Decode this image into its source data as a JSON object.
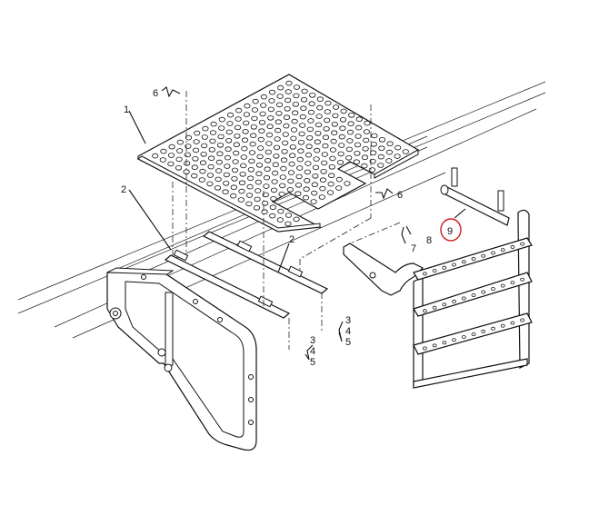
{
  "diagram": {
    "labels": {
      "item1": "1",
      "item2a": "2",
      "item2b": "2",
      "item6a": "6",
      "item6b": "6",
      "item7": "7",
      "item8": "8",
      "item9": "9",
      "stackA": [
        "3",
        "4",
        "5"
      ],
      "stackB": [
        "3",
        "4",
        "5"
      ]
    },
    "highlight": {
      "item": "9",
      "color": "#cc1e1e"
    }
  }
}
